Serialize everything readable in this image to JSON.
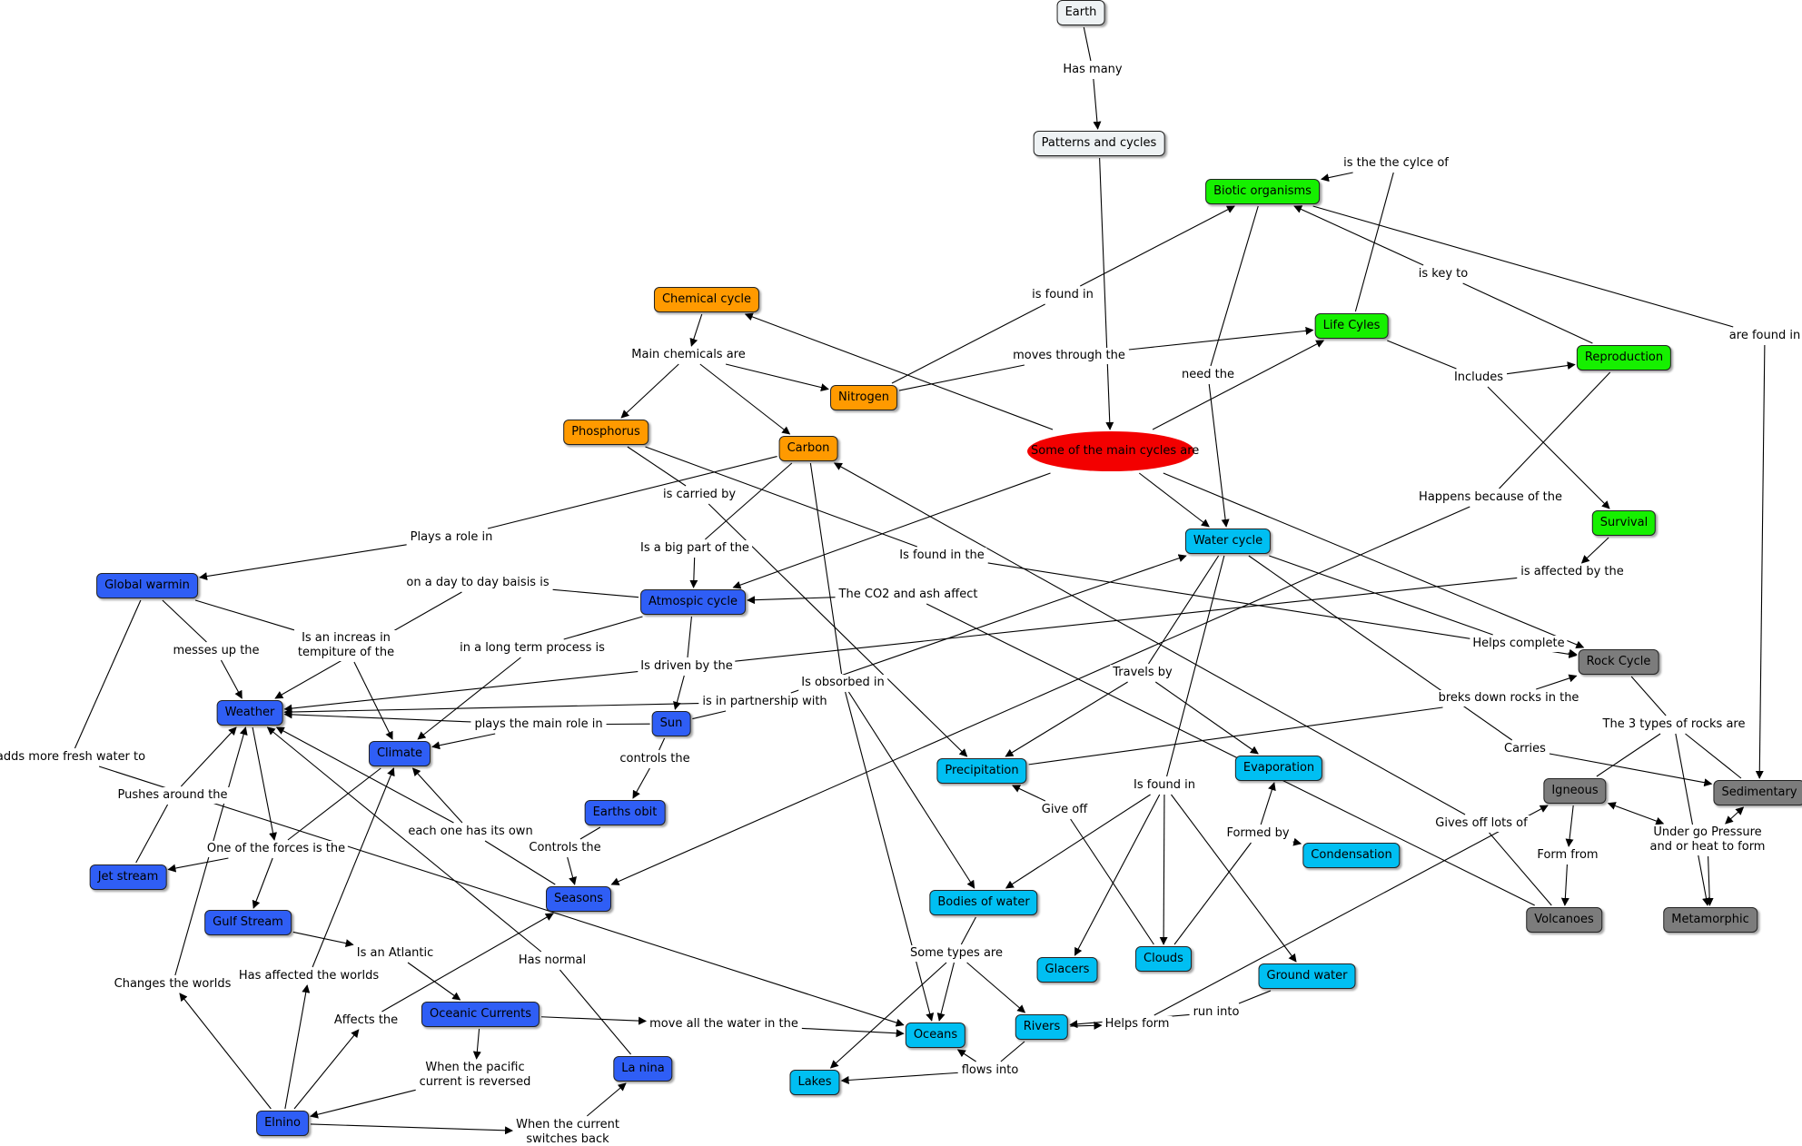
{
  "colors": {
    "root": "#eef2f4",
    "chemical": "#ff9a00",
    "atmospheric": "#2f5ef5",
    "water": "#00bff2",
    "life": "#16f000",
    "rock": "#7c7c7c",
    "center": "#f30000",
    "edge": "#000000"
  },
  "nodes": {
    "earth": {
      "text": "Earth",
      "color": "root"
    },
    "patterns": {
      "text": "Patterns and cycles",
      "color": "root"
    },
    "main": {
      "text": "Some of the main cycles are",
      "color": "center"
    },
    "chemical": {
      "text": "Chemical cycle",
      "color": "chemical"
    },
    "nitrogen": {
      "text": "Nitrogen",
      "color": "chemical"
    },
    "phosphorus": {
      "text": "Phosphorus",
      "color": "chemical"
    },
    "carbon": {
      "text": "Carbon",
      "color": "chemical"
    },
    "biotic": {
      "text": "Biotic organisms",
      "color": "life"
    },
    "lifecycles": {
      "text": "Life Cyles",
      "color": "life"
    },
    "reproduction": {
      "text": "Reproduction",
      "color": "life"
    },
    "survival": {
      "text": "Survival",
      "color": "life"
    },
    "rockcycle": {
      "text": "Rock Cycle",
      "color": "rock"
    },
    "igneous": {
      "text": "Igneous",
      "color": "rock"
    },
    "sedimentary": {
      "text": "Sedimentary",
      "color": "rock"
    },
    "volcanoes": {
      "text": "Volcanoes",
      "color": "rock"
    },
    "metamorphic": {
      "text": "Metamorphic",
      "color": "rock"
    },
    "watercycle": {
      "text": "Water cycle",
      "color": "water"
    },
    "precipitation": {
      "text": "Precipitation",
      "color": "water"
    },
    "evaporation": {
      "text": "Evaporation",
      "color": "water"
    },
    "condensation": {
      "text": "Condensation",
      "color": "water"
    },
    "bodies": {
      "text": "Bodies of water",
      "color": "water"
    },
    "glacers": {
      "text": "Glacers",
      "color": "water"
    },
    "clouds": {
      "text": "Clouds",
      "color": "water"
    },
    "ground": {
      "text": "Ground water",
      "color": "water"
    },
    "oceans": {
      "text": "Oceans",
      "color": "water"
    },
    "rivers": {
      "text": "Rivers",
      "color": "water"
    },
    "lakes": {
      "text": "Lakes",
      "color": "water"
    },
    "atmospheric": {
      "text": "Atmospic cycle",
      "color": "atmospheric"
    },
    "globalwarm": {
      "text": "Global warmin",
      "color": "atmospheric"
    },
    "weather": {
      "text": "Weather",
      "color": "atmospheric"
    },
    "climate": {
      "text": "Climate",
      "color": "atmospheric"
    },
    "sun": {
      "text": "Sun",
      "color": "atmospheric"
    },
    "earthsobit": {
      "text": "Earths obit",
      "color": "atmospheric"
    },
    "seasons": {
      "text": "Seasons",
      "color": "atmospheric"
    },
    "jetstream": {
      "text": "Jet stream",
      "color": "atmospheric"
    },
    "gulfstream": {
      "text": "Gulf Stream",
      "color": "atmospheric"
    },
    "oceanic": {
      "text": "Oceanic Currents",
      "color": "atmospheric"
    },
    "lanina": {
      "text": "La nina",
      "color": "atmospheric"
    },
    "elnino": {
      "text": "Elnino",
      "color": "atmospheric"
    }
  },
  "labels": {
    "hasmany": "Has many",
    "cycleof": "is the the cylce of",
    "keyto": "is key to",
    "arefoundin": "are found in",
    "isfoundin_top": "is found in",
    "movesthrough": "moves through the",
    "needthe": "need the",
    "includes": "Includes",
    "mainchem": "Main chemicals are",
    "happens": "Happens because of the",
    "affected": "is affected by the",
    "carried": "is carried by",
    "playsrole": "Plays a role in",
    "bigpart": "Is a big part of the",
    "foundinthe": "Is found in the",
    "daytoday": "on a day to day baisis is",
    "co2": "The CO2 and ash affect",
    "increase": "Is an increas in\ntempiture of the",
    "messes": "messes up the",
    "longterm": "in a long term process is",
    "drivenby": "Is driven by the",
    "absorbed": "Is obsorbed in",
    "partnership": "is in partnership with",
    "helps": "Helps complete",
    "travels": "Travels by",
    "breaks": "breks down rocks in the",
    "threetypes": "The 3 types of rocks are",
    "carries": "Carries",
    "adds": "adds more fresh water to",
    "mainrole": "plays the main role in",
    "controlsthe": "controls the",
    "pushes": "Pushes around the",
    "isfoundin_w": "Is found in",
    "giveoff": "Give off",
    "formedby": "Formed by",
    "givesoff": "Gives off lots of",
    "formfrom": "Form from",
    "pressure": "Under go Pressure\nand or heat to form",
    "eachone": "each one has its own",
    "forces": "One of the forces is the",
    "controlsThe": "Controls the",
    "sometypes": "Some types are",
    "atlantic": "Is an Atlantic",
    "hasnormal": "Has normal",
    "changes": "Changes the worlds",
    "affectedworlds": "Has affected the worlds",
    "affects": "Affects the",
    "movewater": "move all the water in the",
    "runinto": "run into",
    "helpsform": "Helps form",
    "reversed": "When the pacific\ncurrent is reversed",
    "flows": "flows into",
    "switches": "When the current\nswitches back"
  }
}
